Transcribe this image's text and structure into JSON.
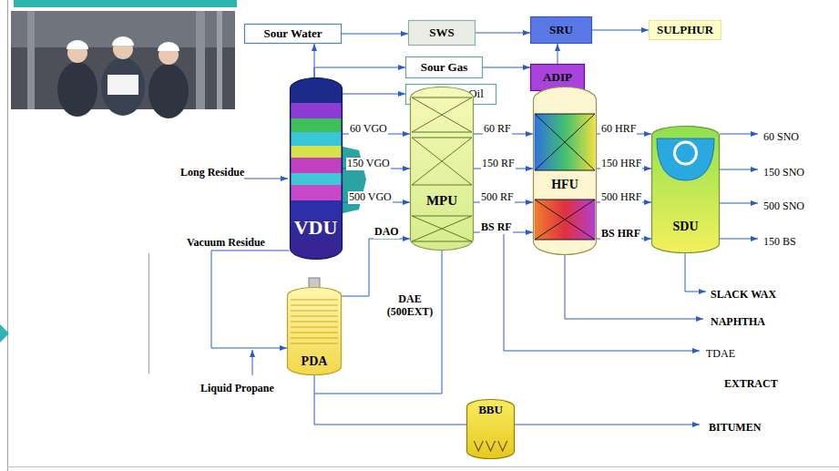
{
  "diagram": {
    "nodes": [
      {
        "text": [
          "Sour Water"
        ]
      },
      {
        "text": [
          "SWS"
        ]
      },
      {
        "text": [
          "SRU"
        ]
      },
      {
        "text": [
          "SULPHUR"
        ]
      },
      {
        "text": [
          "Sour Gas"
        ]
      },
      {
        "text": [
          "ADIP"
        ]
      },
      {
        "text": [
          "Light Gas Oil"
        ]
      },
      {
        "text": [
          "VDU"
        ]
      },
      {
        "text": [
          "MPU"
        ]
      },
      {
        "text": [
          "HFU"
        ]
      },
      {
        "text": [
          "SDU"
        ]
      },
      {
        "text": [
          "PDA"
        ]
      },
      {
        "text": [
          "BBU"
        ]
      }
    ],
    "edges": [
      {
        "from": 0,
        "to": 1,
        "arrow": "to"
      },
      {
        "from": 1,
        "to": 2,
        "arrow": "to"
      },
      {
        "from": 2,
        "to": 3,
        "arrow": "to"
      },
      {
        "from": 4,
        "to": 5,
        "arrow": "to"
      },
      {
        "from": 5,
        "to": 2,
        "arrow": "to"
      },
      {
        "from": 7,
        "to": 0,
        "arrow": "to"
      },
      {
        "from": 7,
        "to": 4,
        "arrow": "to"
      },
      {
        "from": 7,
        "to": 6,
        "arrow": "to"
      },
      {
        "from": 7,
        "to": 8,
        "label": "60 VGO",
        "arrow": "to"
      },
      {
        "from": 7,
        "to": 8,
        "label": "150 VGO",
        "arrow": "to"
      },
      {
        "from": 7,
        "to": 8,
        "label": "500 VGO",
        "arrow": "to"
      },
      {
        "from": 11,
        "to": 8,
        "label": "DAO",
        "arrow": "to"
      },
      {
        "from": 8,
        "to": 9,
        "label": "60 RF",
        "arrow": "to"
      },
      {
        "from": 8,
        "to": 9,
        "label": "150 RF",
        "arrow": "to"
      },
      {
        "from": 8,
        "to": 9,
        "label": "500 RF",
        "arrow": "to"
      },
      {
        "from": 8,
        "to": 9,
        "label": "BS RF",
        "arrow": "to"
      },
      {
        "from": 9,
        "to": 10,
        "label": "60 HRF",
        "arrow": "to"
      },
      {
        "from": 9,
        "to": 10,
        "label": "150 HRF",
        "arrow": "to"
      },
      {
        "from": 9,
        "to": 10,
        "label": "500 HRF",
        "arrow": "to"
      },
      {
        "from": 9,
        "to": 10,
        "label": "BS HRF",
        "arrow": "to"
      },
      {
        "from": 7,
        "to": 11,
        "label": "Vacuum Residue",
        "arrow": "to"
      }
    ],
    "labels": [
      "Long Residue",
      "Liquid Propane",
      "DAE (500EXT)",
      "60 SNO",
      "150 SNO",
      "500 SNO",
      "150 BS",
      "SLACK WAX",
      "NAPHTHA",
      "TDAE",
      "EXTRACT",
      "BITUMEN"
    ]
  }
}
